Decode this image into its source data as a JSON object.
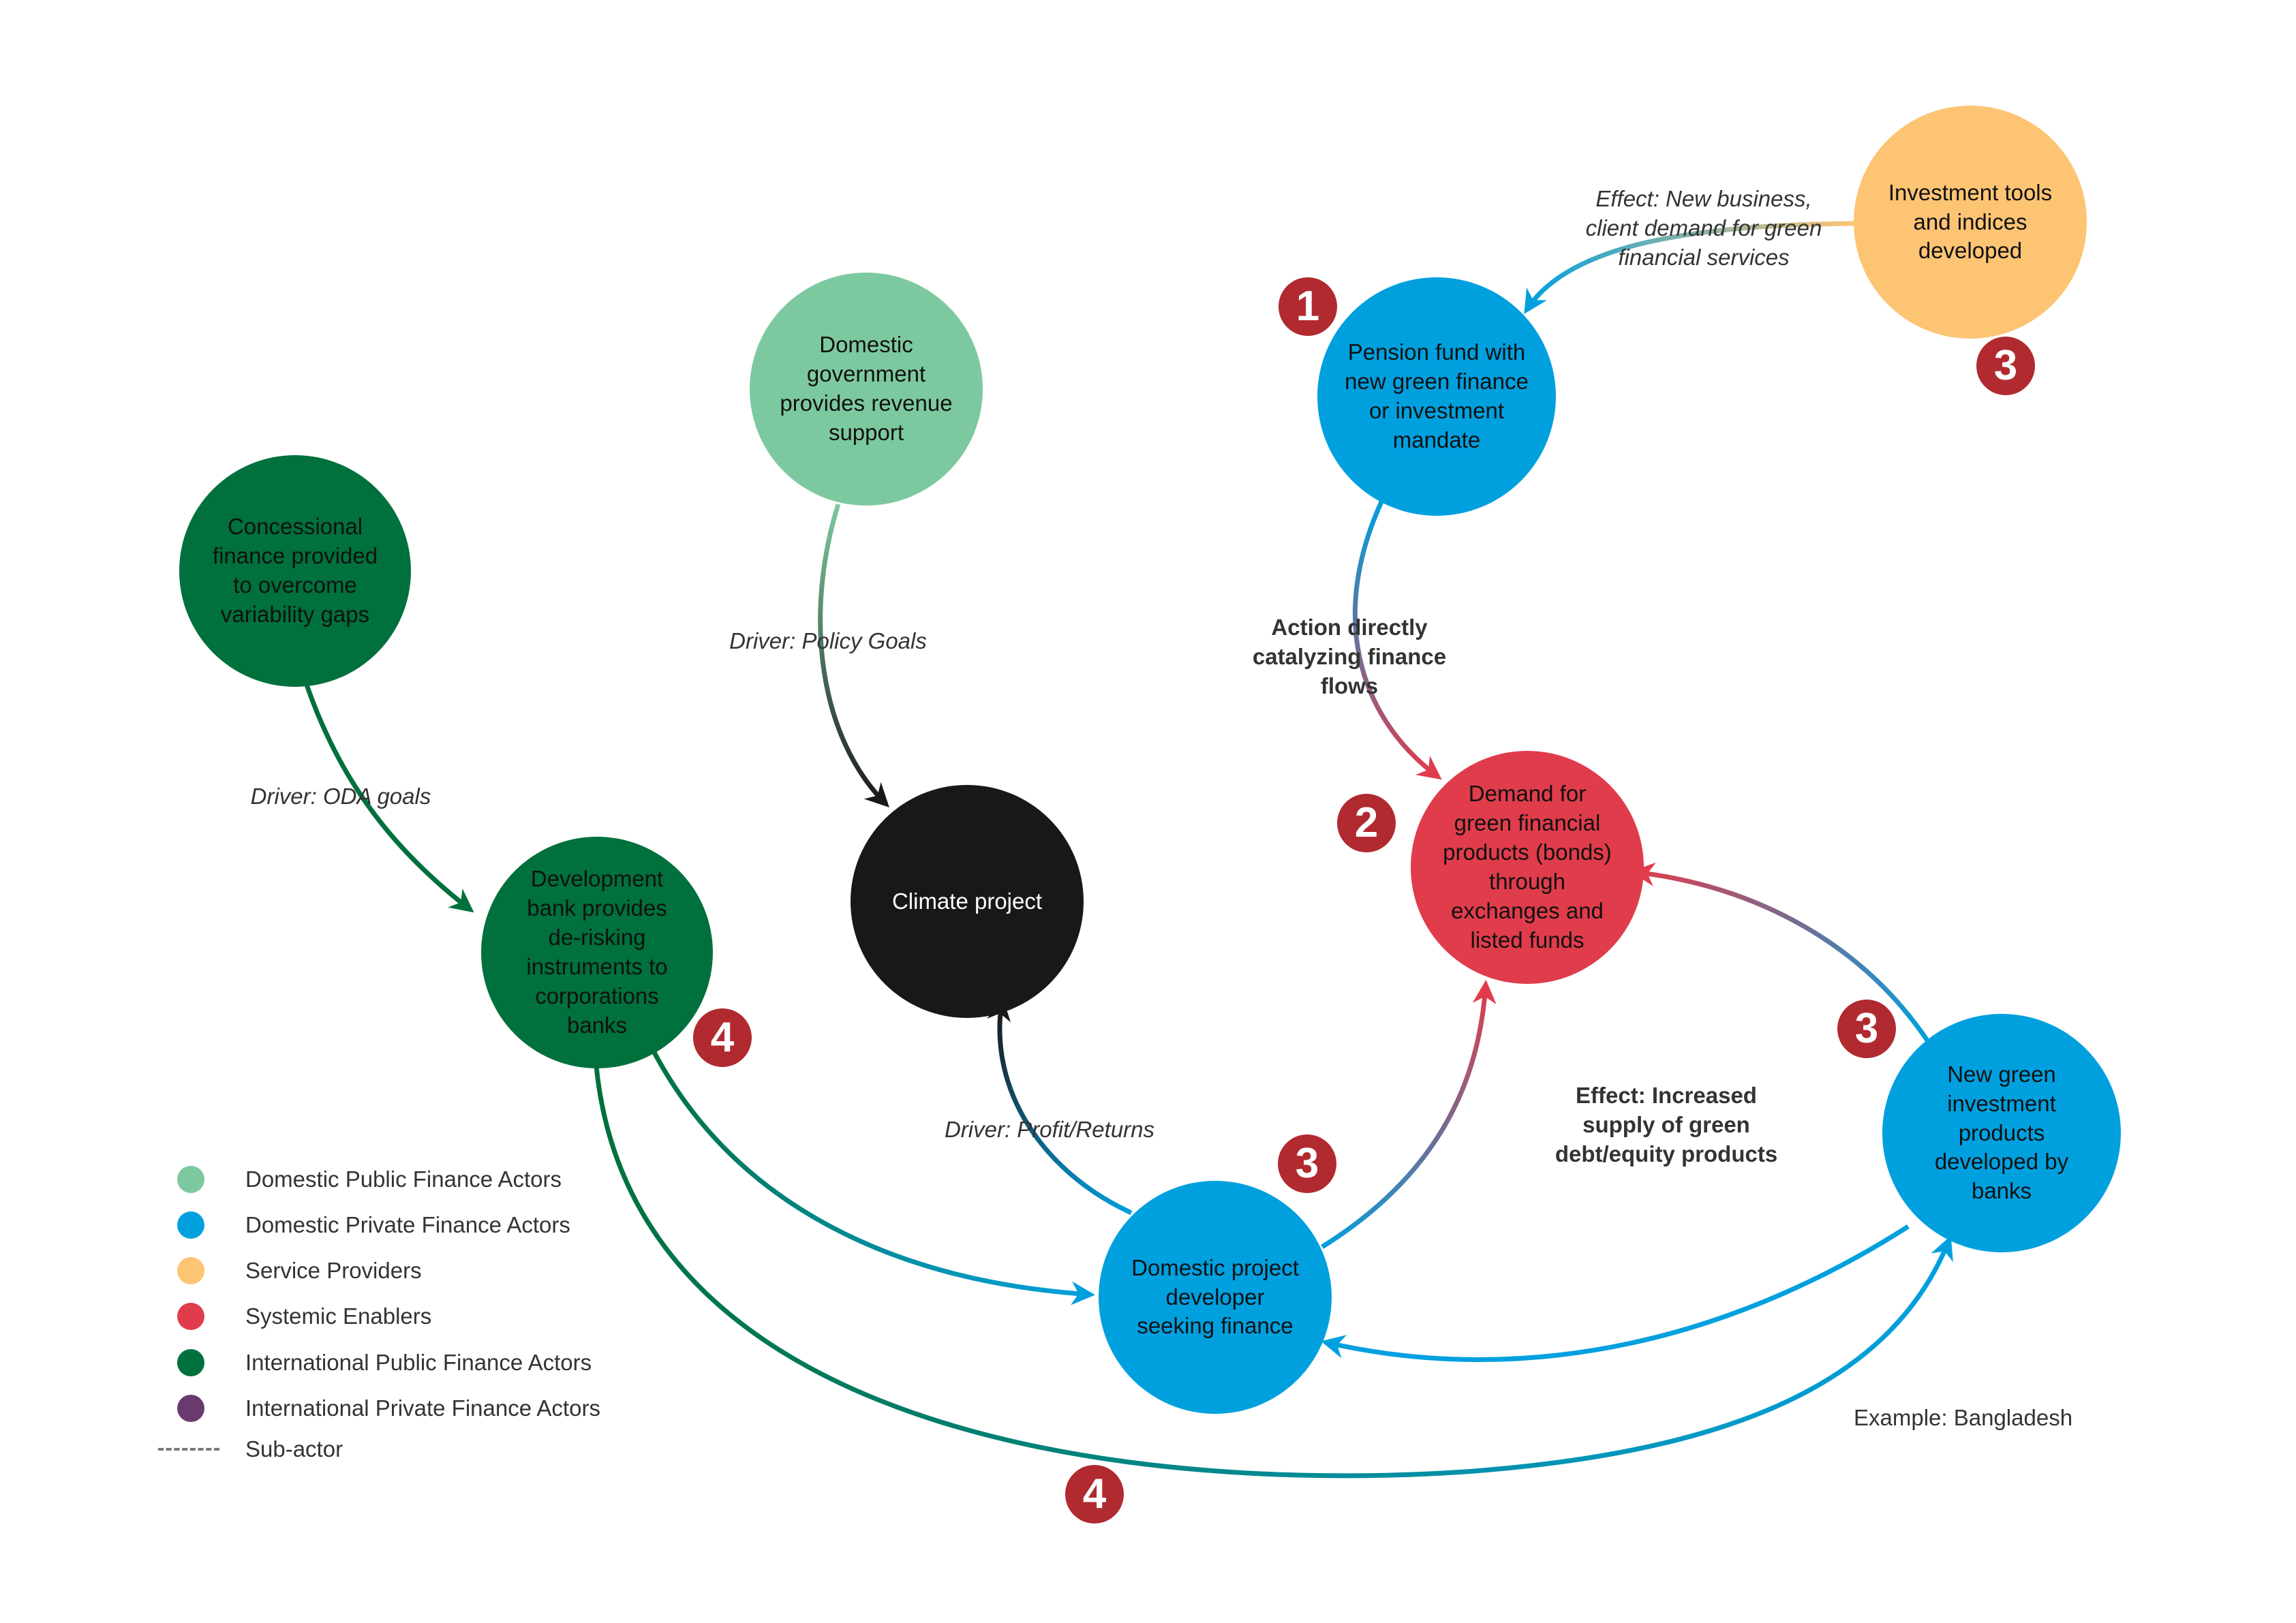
{
  "nodes": {
    "concessional": "Concessional finance provided to overcome variability gaps",
    "dev_bank": "Development bank provides de-risking instruments to corporations banks",
    "domestic_gov": "Domestic government provides revenue support",
    "climate_project": "Climate project",
    "pension_fund": "Pension fund with new green finance or investment mandate",
    "investment_tools": "Investment tools and indices developed",
    "demand_green": "Demand for green financial products (bonds) through exchanges and listed funds",
    "new_green_products": "New green investment products developed by banks",
    "project_developer": "Domestic project developer seeking finance"
  },
  "badges": {
    "pension": "1",
    "demand": "2",
    "tools": "3",
    "new_products": "3",
    "developer": "3",
    "dev_bank": "4",
    "bottom": "4"
  },
  "labels": {
    "oda_goals": "Driver: ODA goals",
    "policy_goals": "Driver: Policy Goals",
    "profit_returns": "Driver: Profit/Returns",
    "new_business": "Effect: New business, client demand for green financial services",
    "action_catalyzing": "Action directly catalyzing finance flows",
    "increased_supply": "Effect: Increased supply of green debt/equity products",
    "example": "Example: Bangladesh"
  },
  "legend": {
    "items": [
      {
        "label": "Domestic Public Finance Actors",
        "color": "#7dc99f"
      },
      {
        "label": "Domestic Private Finance Actors",
        "color": "#00a0df"
      },
      {
        "label": "Service Providers",
        "color": "#fdc474"
      },
      {
        "label": "Systemic Enablers",
        "color": "#e03c4b"
      },
      {
        "label": "International Public Finance Actors",
        "color": "#00703c"
      },
      {
        "label": "International Private Finance Actors",
        "color": "#6a3a6e"
      }
    ],
    "sub_actor": "Sub-actor"
  },
  "colors": {
    "domestic_public": "#7dc99f",
    "domestic_private": "#00a0df",
    "service_providers": "#fdc474",
    "systemic_enablers": "#e03c4b",
    "international_public": "#00703c",
    "climate": "#1a1718",
    "badge": "#b02a2f"
  }
}
